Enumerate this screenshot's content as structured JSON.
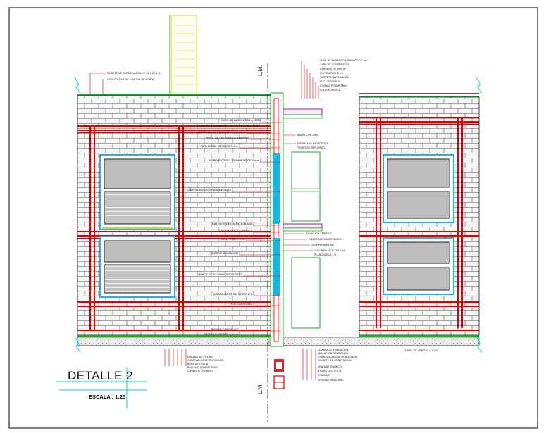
{
  "drawing": {
    "title": "DETALLE 2",
    "scale": "ESCALA : 1:25",
    "axis_label": "L.M.",
    "axis_label_bottom": "L.M."
  },
  "colors": {
    "frame": "#000000",
    "brick": "#555555",
    "beam": "#e00000",
    "glass": "#bdbdbd",
    "window_frame": "#18b7e6",
    "green": "#1fa82a",
    "magenta": "#a0208f",
    "yellow": "#e6d21a",
    "cyan": "#00d0e0"
  },
  "left_notes": [
    "MURETE DE BORDE LADRILLO 12 x 25 x 8",
    "VIGA COLLAR DE FIJACION DE BORDE",
    "MURO DE LADRILLO A LA VISTA",
    "VIGA DE ENCADENADO DE HORMIGON ARMADO",
    "ANTEPECHO DE MAMPOSTERIA 0.90 m",
    "PERFIL DE CARPINTERIA ALUMINIO",
    "TAPA BORDE METALICA 5 mm",
    "VIDRIO FLOTADO TRANSPARENTE 4 mm",
    "CAÑO HIDROFUGO PARA ANCLAJES",
    "BASTIDOR DE CHAPA DOBLADA",
    "UNION METALICA PERFIL L",
    "BURLETE DE GOMA",
    "JUNTA DE DILATACION",
    "MARCO DE ALUMINIO ANODIZADO",
    "ARMADURA DE REFUERZO Ø 8",
    "HOJA CORREDIZA",
    "PREMARCO METALICO",
    "REVOQUE GRUESO 1.5 cm"
  ],
  "right_notes": [
    "LOSA DE HORMIGON ARMADO 12 cm",
    "CAPA DE COMPRESION",
    "BARRERA DE VAPOR",
    "CONTRAPISO 8 cm",
    "CARPETA NIVELADORA",
    "PISO CERAMICO",
    "ZOCALO PERIMETRAL",
    "JUNTA ELASTICA",
    "BABETA DE ZINC",
    "MEMBRANA HIDROFUGA",
    "TEJIDO DE REFUERZO",
    "AISLACION TERMICA",
    "CIELORRASO SUSPENDIDO",
    "VIGA PERIMETRAL",
    "COLUMNA H° A° 20 x 20",
    "PLANCHUELA 1/8",
    "ANCLAJE QUIMICO",
    "FILTRO GEOTEXTIL",
    "DRENAJE"
  ],
  "bottom_notes": [
    "SOLADO DE PIEDRA",
    "CONTRAPISO DE HORMIGON",
    "BASE DE TOSCA",
    "RELLENO COMPACTADO",
    "CIMIENTO CORRIDO",
    "ZAPATA DE FUNDACION",
    "AISLACION HIDROFUGA",
    "CAPA AISLADORA HORIZONTAL",
    "MURETE DE CONTENCION",
    "VEREDA MUNICIPAL"
  ],
  "level_note": "NIVEL DE VEREDA ± 0.00"
}
